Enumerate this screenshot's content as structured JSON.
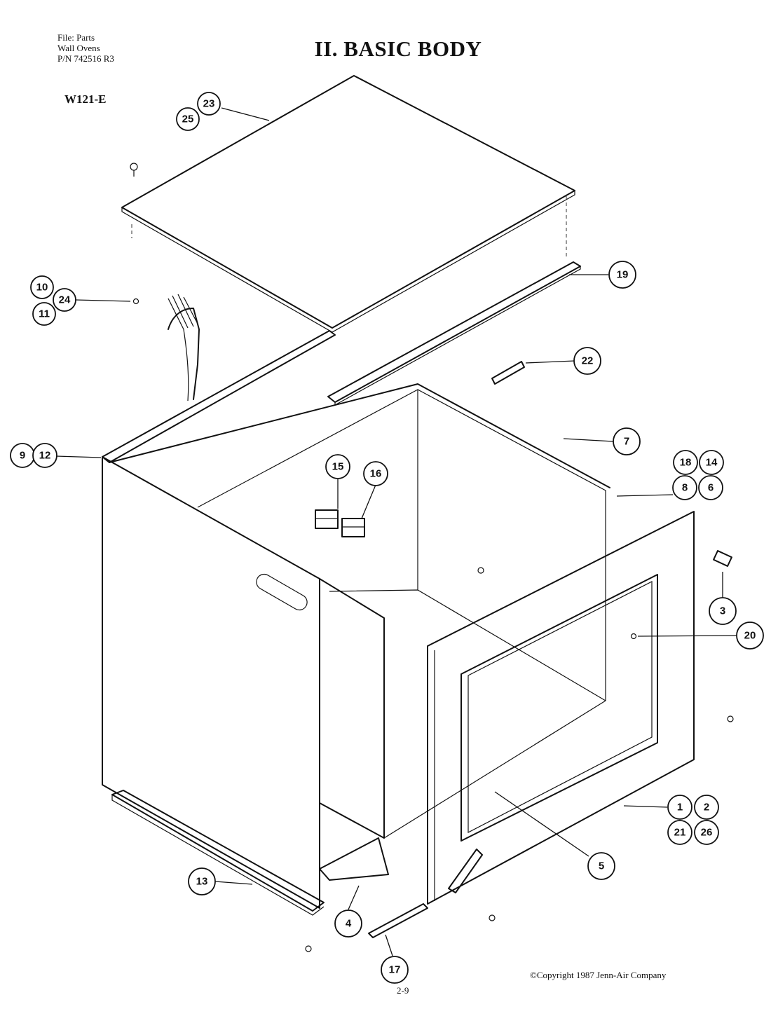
{
  "header": {
    "file_lines": [
      "File: Parts",
      "Wall Ovens",
      "P/N 742516 R3"
    ],
    "title": "II. BASIC BODY",
    "model": "W121-E"
  },
  "footer": {
    "copyright": "©Copyright 1987 Jenn-Air Company",
    "page": "2-9"
  },
  "callouts": [
    {
      "id": "c23",
      "label": "23"
    },
    {
      "id": "c25",
      "label": "25"
    },
    {
      "id": "c10",
      "label": "10"
    },
    {
      "id": "c24",
      "label": "24"
    },
    {
      "id": "c11",
      "label": "11"
    },
    {
      "id": "c19",
      "label": "19"
    },
    {
      "id": "c22",
      "label": "22"
    },
    {
      "id": "c7",
      "label": "7"
    },
    {
      "id": "c9",
      "label": "9"
    },
    {
      "id": "c12",
      "label": "12"
    },
    {
      "id": "c15",
      "label": "15"
    },
    {
      "id": "c16",
      "label": "16"
    },
    {
      "id": "c18",
      "label": "18"
    },
    {
      "id": "c14",
      "label": "14"
    },
    {
      "id": "c8",
      "label": "8"
    },
    {
      "id": "c6",
      "label": "6"
    },
    {
      "id": "c3",
      "label": "3"
    },
    {
      "id": "c20",
      "label": "20"
    },
    {
      "id": "c1",
      "label": "1"
    },
    {
      "id": "c2",
      "label": "2"
    },
    {
      "id": "c21",
      "label": "21"
    },
    {
      "id": "c26",
      "label": "26"
    },
    {
      "id": "c5",
      "label": "5"
    },
    {
      "id": "c13",
      "label": "13"
    },
    {
      "id": "c4",
      "label": "4"
    },
    {
      "id": "c17",
      "label": "17"
    }
  ]
}
